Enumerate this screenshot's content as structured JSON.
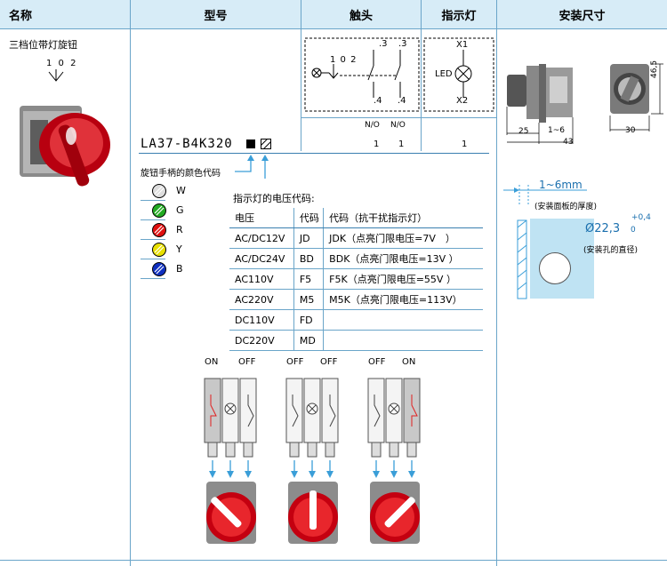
{
  "headers": {
    "name": "名称",
    "model": "型号",
    "contact": "触头",
    "indicator": "指示灯",
    "dimensions": "安装尺寸"
  },
  "product": {
    "name": "三档位带灯旋钮",
    "positions": "1 0 2"
  },
  "model_code": "LA37-B4K320",
  "handle_color_label": "旋钮手柄的颜色代码",
  "colors": [
    {
      "code": "W",
      "hex": "#dddddd"
    },
    {
      "code": "G",
      "hex": "#22aa22"
    },
    {
      "code": "R",
      "hex": "#e01010"
    },
    {
      "code": "Y",
      "hex": "#e8e000"
    },
    {
      "code": "B",
      "hex": "#1030c0"
    }
  ],
  "contact_diagram": {
    "terminal_top_1": ".3",
    "terminal_top_2": ".3",
    "terminal_bot_1": ".4",
    "terminal_bot_2": ".4",
    "positions": "1 0 2",
    "no_1": "N/O",
    "no_2": "N/O",
    "qty_1": "1",
    "qty_2": "1"
  },
  "indicator_diagram": {
    "x1": "X1",
    "x2": "X2",
    "led": "LED",
    "qty": "1"
  },
  "voltage_table": {
    "title": "指示灯的电压代码:",
    "columns": [
      "电压",
      "代码",
      "代码（抗干扰指示灯）"
    ],
    "rows": [
      [
        "AC/DC12V",
        "JD",
        "JDK（点亮门限电压=7V　）"
      ],
      [
        "AC/DC24V",
        "BD",
        "BDK（点亮门限电压=13V ）"
      ],
      [
        "AC110V",
        "F5",
        "F5K（点亮门限电压=55V ）"
      ],
      [
        "AC220V",
        "M5",
        "M5K（点亮门限电压=113V）"
      ],
      [
        "DC110V",
        "FD",
        ""
      ],
      [
        "DC220V",
        "MD",
        ""
      ]
    ]
  },
  "switch_states": [
    {
      "left": "ON",
      "right": "OFF"
    },
    {
      "left": "OFF",
      "right": "OFF"
    },
    {
      "left": "OFF",
      "right": "ON"
    }
  ],
  "dimensions_view": {
    "h": "46,5",
    "w1": "25",
    "w2": "1~6",
    "w3": "43",
    "w4": "30"
  },
  "panel": {
    "thickness": "1~6mm",
    "thickness_label": "(安装面板的厚度)",
    "hole": "Ø22,3",
    "tol_top": "+0,4",
    "tol_bot": "0",
    "hole_label": "(安装孔的直径)"
  }
}
